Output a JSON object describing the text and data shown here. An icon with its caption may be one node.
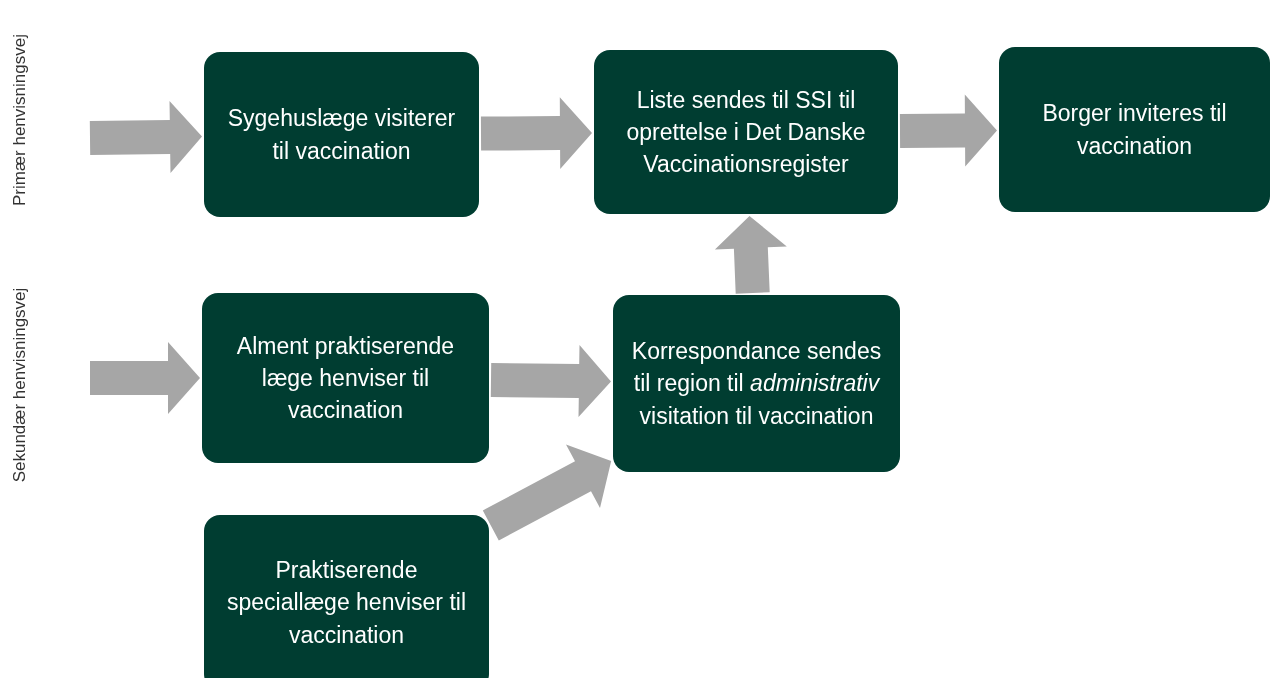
{
  "diagram": {
    "nodes": [
      {
        "text": [
          "Sygehuslæge visiterer til vaccination"
        ]
      },
      {
        "text": [
          "Liste sendes til SSI til oprettelse i Det Danske Vaccinationsregister"
        ]
      },
      {
        "text": [
          "Borger inviteres til vaccination"
        ]
      },
      {
        "text": [
          "Alment praktiserende læge henviser til vaccination"
        ]
      },
      {
        "text": [
          "Korrespondance sendes til region til *administrativ* visitation til vaccination"
        ]
      },
      {
        "text": [
          "Praktiserende speciallæge henviser til vaccination"
        ]
      }
    ],
    "edges": [
      {
        "from": null,
        "to": 0,
        "arrow": "to"
      },
      {
        "from": 0,
        "to": 1,
        "arrow": "to"
      },
      {
        "from": 1,
        "to": 2,
        "arrow": "to"
      },
      {
        "from": null,
        "to": 3,
        "arrow": "to"
      },
      {
        "from": 3,
        "to": 4,
        "arrow": "to"
      },
      {
        "from": 5,
        "to": 4,
        "arrow": "to"
      },
      {
        "from": 4,
        "to": 1,
        "arrow": "to"
      }
    ],
    "labels": [
      "Primær henvisningsvej",
      "Sekundær henvisningsvej"
    ]
  }
}
